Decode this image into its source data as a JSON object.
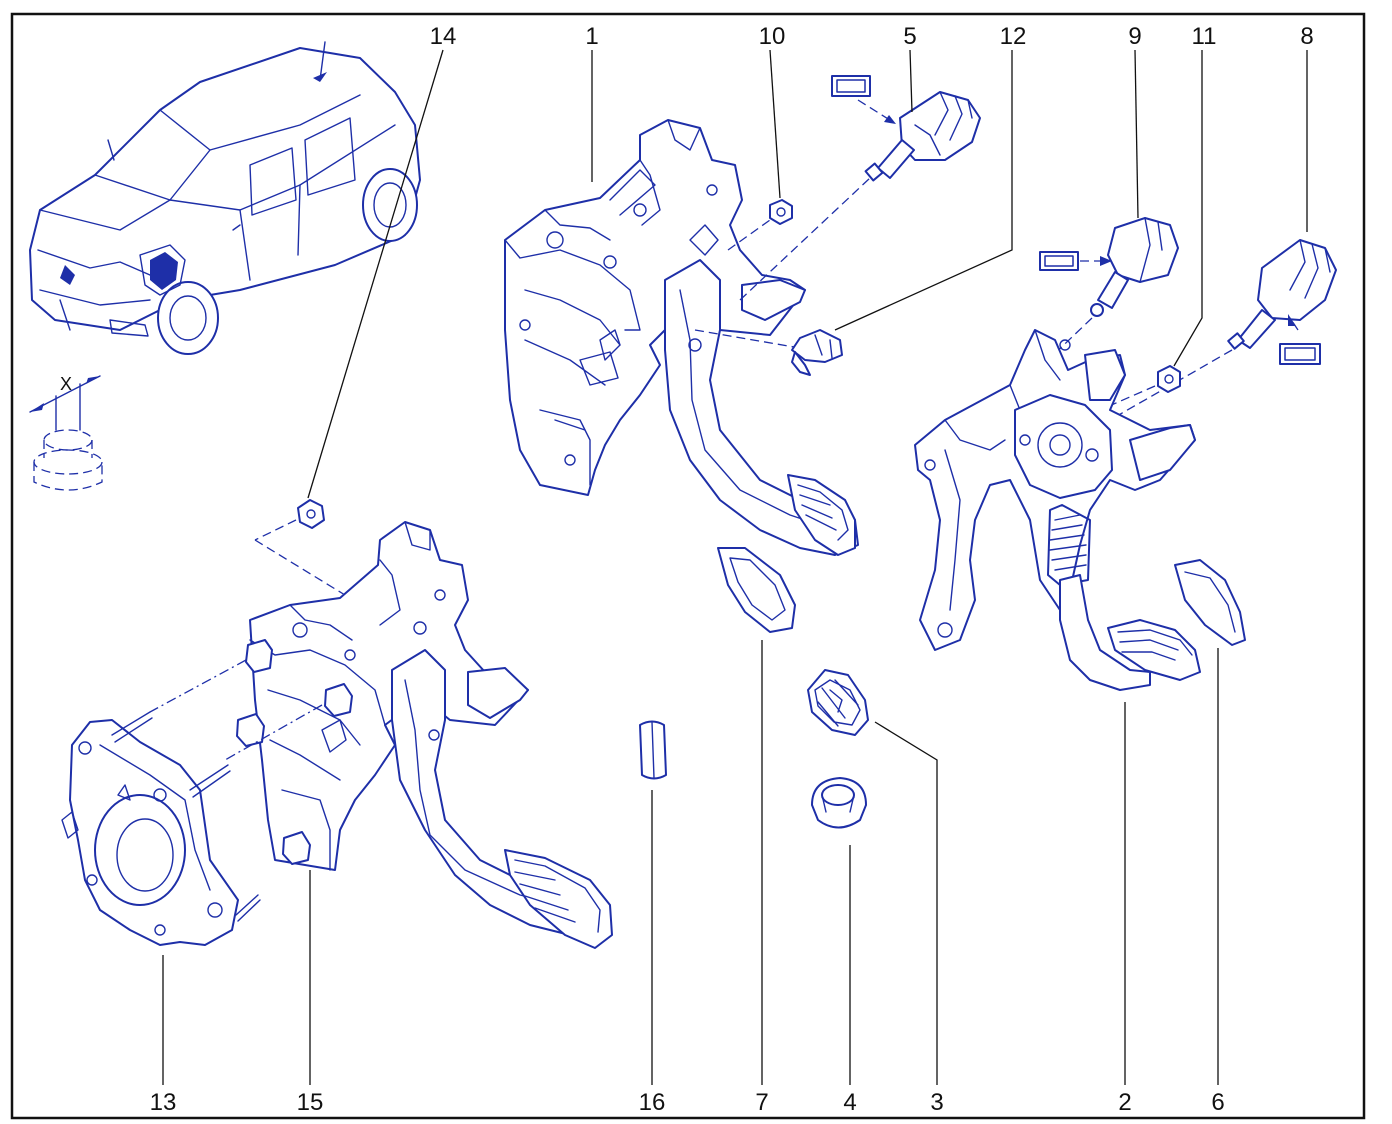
{
  "diagram": {
    "callouts": [
      {
        "id": "c14",
        "label": "14"
      },
      {
        "id": "c1",
        "label": "1"
      },
      {
        "id": "c10",
        "label": "10"
      },
      {
        "id": "c5",
        "label": "5"
      },
      {
        "id": "c12",
        "label": "12"
      },
      {
        "id": "c9",
        "label": "9"
      },
      {
        "id": "c11",
        "label": "11"
      },
      {
        "id": "c8",
        "label": "8"
      },
      {
        "id": "c13",
        "label": "13"
      },
      {
        "id": "c15",
        "label": "15"
      },
      {
        "id": "c16",
        "label": "16"
      },
      {
        "id": "c7",
        "label": "7"
      },
      {
        "id": "c4",
        "label": "4"
      },
      {
        "id": "c3",
        "label": "3"
      },
      {
        "id": "c2",
        "label": "2"
      },
      {
        "id": "c6",
        "label": "6"
      }
    ],
    "inset_dimension_label": "X",
    "colors": {
      "line": "#1e2fa8",
      "text": "#111111",
      "frame": "#111111",
      "background": "#ffffff"
    }
  }
}
